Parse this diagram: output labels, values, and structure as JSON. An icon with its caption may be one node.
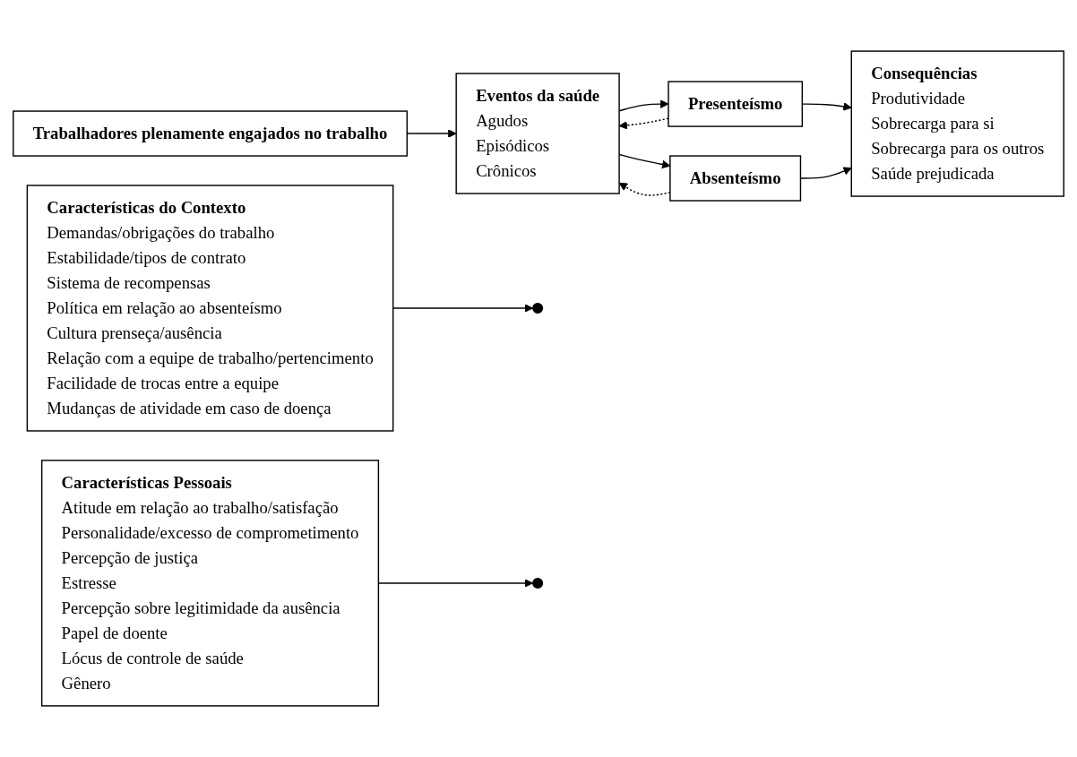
{
  "diagram": {
    "nodes": [
      {
        "text": [
          "Características do Contexto",
          "Demandas/obrigações do trabalho",
          "Estabilidade/tipos de contrato",
          "Sistema de recompensas",
          "Política em relação ao absenteísmo",
          "Cultura prenseça/ausência",
          "Relação com a equipe de trabalho/pertencimento",
          "Facilidade de trocas entre a equipe",
          "Mudanças de atividade em caso de doença"
        ]
      },
      {
        "text": [
          "Trabalhadores plenamente engajados no trabalho"
        ]
      },
      {
        "text": [
          "Eventos da saúde",
          "Agudos",
          "Episódicos",
          "Crônicos"
        ]
      },
      {
        "text": [
          "Presenteísmo"
        ]
      },
      {
        "text": [
          "Absenteísmo"
        ]
      },
      {
        "text": [
          "Consequências",
          "Produtividade",
          "Sobrecarga para si",
          "Sobrecarga para os outros",
          "Saúde prejudicada"
        ]
      },
      {
        "text": [
          "Características Pessoais",
          "Atitude em relação ao trabalho/satisfação",
          "Personalidade/excesso de comprometimento",
          "Percepção de justiça",
          "Estresse",
          "Percepção sobre legitimidade da ausência",
          "Papel de doente",
          "Lócus de controle de saúde",
          "Gênero"
        ]
      }
    ],
    "edges": [
      {
        "from": 1,
        "to": 2,
        "arrow": "to"
      },
      {
        "from": 2,
        "to": 3,
        "arrow": "to"
      },
      {
        "from": 2,
        "to": 4,
        "arrow": "to"
      },
      {
        "from": 0,
        "to": null,
        "arrow": "to"
      },
      {
        "from": 6,
        "to": null,
        "arrow": "to"
      },
      {
        "from": 3,
        "to": 5,
        "arrow": "to"
      },
      {
        "from": 4,
        "to": 5,
        "arrow": "to"
      },
      {
        "from": 3,
        "to": 2,
        "arrow": "to",
        "style": "dashed"
      },
      {
        "from": 4,
        "to": 2,
        "arrow": "to",
        "style": "dashed"
      }
    ]
  }
}
